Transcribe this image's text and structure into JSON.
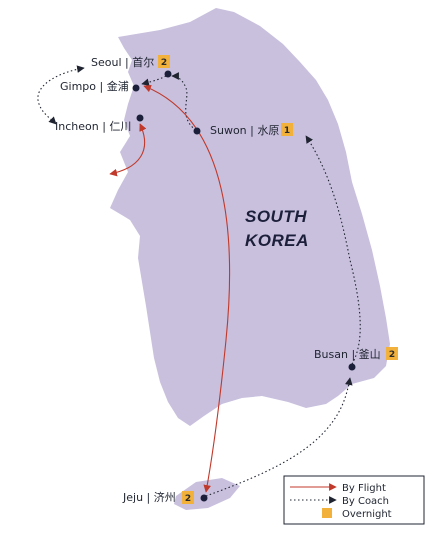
{
  "map": {
    "country": [
      "SOUTH",
      "KOREA"
    ],
    "colors": {
      "land": "#c9c0de",
      "flight": "#c0392b",
      "coach": "#1f2430",
      "overnight": "#f2b13a",
      "dot": "#1c1f3a"
    },
    "cities": [
      {
        "name": "Seoul | 首尔",
        "nights": "2"
      },
      {
        "name": "Gimpo | 金浦",
        "nights": ""
      },
      {
        "name": "Incheon | 仁川",
        "nights": ""
      },
      {
        "name": "Suwon | 水原",
        "nights": "1"
      },
      {
        "name": "Busan | 釜山",
        "nights": "2"
      },
      {
        "name": "Jeju | 济州",
        "nights": "2"
      }
    ]
  },
  "legend": {
    "flight": "By Flight",
    "coach": "By Coach",
    "overnight": "Overnight"
  }
}
